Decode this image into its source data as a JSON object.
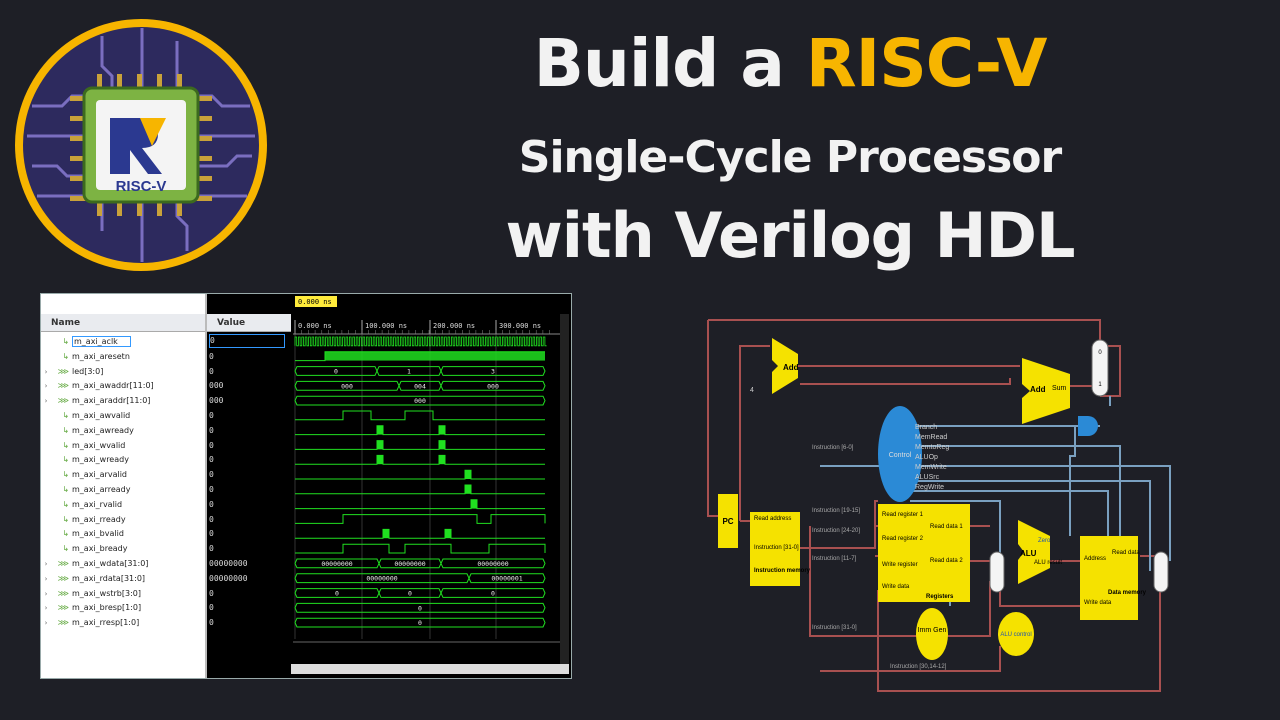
{
  "title": {
    "line1_pre": "Build a ",
    "line1_accent": "RISC-V",
    "line2": "Single-Cycle Processor",
    "line3": "with Verilog HDL"
  },
  "colors": {
    "accent": "#f7b500",
    "background": "#1e1f26",
    "wave": "#20e020",
    "chip_yellow": "#f5e200"
  },
  "logo": {
    "text": "RISC-V",
    "mark": "RV"
  },
  "waveform": {
    "cursor_time": "0.000 ns",
    "col_name": "Name",
    "col_value": "Value",
    "ticks": [
      "0.000 ns",
      "100.000 ns",
      "200.000 ns",
      "300.000 ns"
    ],
    "signals": [
      {
        "name": "m_axi_aclk",
        "value": "0",
        "bus": false
      },
      {
        "name": "m_axi_aresetn",
        "value": "0",
        "bus": false
      },
      {
        "name": "led[3:0]",
        "value": "0",
        "bus": true
      },
      {
        "name": "m_axi_awaddr[11:0]",
        "value": "000",
        "bus": true
      },
      {
        "name": "m_axi_araddr[11:0]",
        "value": "000",
        "bus": true
      },
      {
        "name": "m_axi_awvalid",
        "value": "0",
        "bus": false
      },
      {
        "name": "m_axi_awready",
        "value": "0",
        "bus": false
      },
      {
        "name": "m_axi_wvalid",
        "value": "0",
        "bus": false
      },
      {
        "name": "m_axi_wready",
        "value": "0",
        "bus": false
      },
      {
        "name": "m_axi_arvalid",
        "value": "0",
        "bus": false
      },
      {
        "name": "m_axi_arready",
        "value": "0",
        "bus": false
      },
      {
        "name": "m_axi_rvalid",
        "value": "0",
        "bus": false
      },
      {
        "name": "m_axi_rready",
        "value": "0",
        "bus": false
      },
      {
        "name": "m_axi_bvalid",
        "value": "0",
        "bus": false
      },
      {
        "name": "m_axi_bready",
        "value": "0",
        "bus": false
      },
      {
        "name": "m_axi_wdata[31:0]",
        "value": "00000000",
        "bus": true
      },
      {
        "name": "m_axi_rdata[31:0]",
        "value": "00000000",
        "bus": true
      },
      {
        "name": "m_axi_wstrb[3:0]",
        "value": "0",
        "bus": true
      },
      {
        "name": "m_axi_bresp[1:0]",
        "value": "0",
        "bus": true
      },
      {
        "name": "m_axi_rresp[1:0]",
        "value": "0",
        "bus": true
      }
    ],
    "bus_labels": {
      "led": [
        "0",
        "1",
        "3"
      ],
      "awaddr": [
        "000",
        "004",
        "000"
      ],
      "araddr": [
        "000"
      ],
      "wdata": [
        "00000000",
        "00000000",
        "00000000"
      ],
      "rdata": [
        "00000000",
        "00000001"
      ],
      "wstrb": [
        "0",
        "0",
        "0"
      ],
      "bresp": [
        "0"
      ],
      "rresp": [
        "0"
      ]
    }
  },
  "datapath": {
    "add1": "Add",
    "add2": "Add",
    "sum": "Sum",
    "four": "4",
    "pc": "PC",
    "control": "Control",
    "control_signals": [
      "Branch",
      "MemRead",
      "MemtoReg",
      "ALUOp",
      "MemWrite",
      "ALUSrc",
      "RegWrite"
    ],
    "instr_labels": [
      "Instruction [6-0]",
      "Instruction [19-15]",
      "Instruction [24-20]",
      "Instruction [11-7]",
      "Instruction [31-0]",
      "Instruction [30,14-12]"
    ],
    "imem": {
      "read_address": "Read address",
      "instr": "Instruction [31-0]",
      "name": "Instruction memory"
    },
    "regs": {
      "rr1": "Read register 1",
      "rr2": "Read register 2",
      "wr": "Write register",
      "wd": "Write data",
      "rd1": "Read data 1",
      "rd2": "Read data 2",
      "name": "Registers"
    },
    "alu": {
      "name": "ALU",
      "zero": "Zero",
      "result": "ALU result"
    },
    "dmem": {
      "address": "Address",
      "read_data": "Read data",
      "write_data": "Write data",
      "name": "Data memory"
    },
    "imm": "Imm Gen",
    "aluctl": "ALU control",
    "mux_labels": [
      "0",
      "1"
    ]
  }
}
